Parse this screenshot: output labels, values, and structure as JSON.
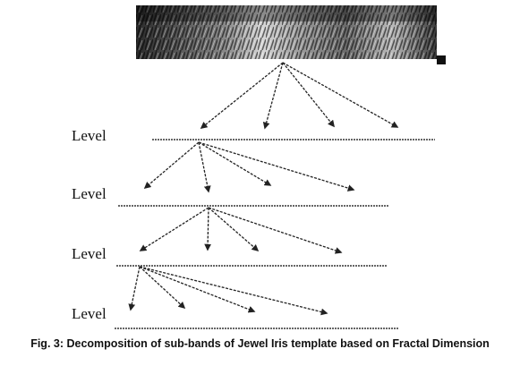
{
  "image": {
    "name": "iris-template-image",
    "description_shown": "grayscale unwrapped iris texture strip"
  },
  "levels": [
    {
      "label": "Level",
      "branches": 4
    },
    {
      "label": "Level",
      "branches": 4
    },
    {
      "label": "Level",
      "branches": 4
    },
    {
      "label": "Level",
      "branches": 4
    }
  ],
  "caption": "Fig. 3: Decomposition of sub-bands of Jewel Iris template based on Fractal Dimension",
  "colors": {
    "arrow": "#222222",
    "line": "#333333",
    "text": "#111111"
  }
}
